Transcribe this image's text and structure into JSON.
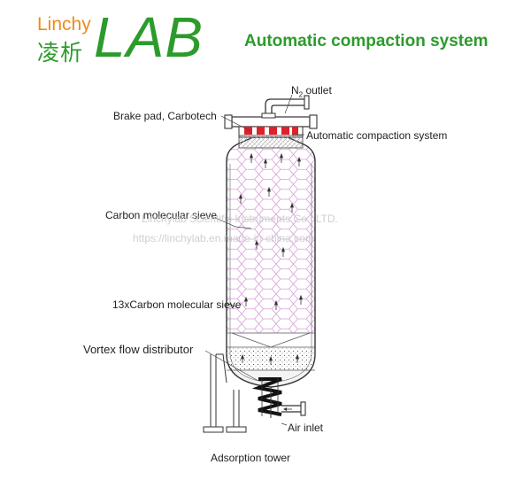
{
  "logo": {
    "brand_latin": "Linchy",
    "brand_cn": "凌析",
    "brand_lab": "LAB"
  },
  "title": "Automatic compaction system",
  "labels": {
    "n2_outlet_main": "N",
    "n2_outlet_sub": "2",
    "n2_outlet_rest": " outlet",
    "brake_pad": "Brake pad, Carbotech",
    "auto_compaction": "Automatic compaction system",
    "carbon_sieve": "Carbon molecular sieve",
    "carbon_13x": "13xCarbon molecular sieve",
    "vortex": "Vortex flow distributor",
    "air_inlet": "Air inlet",
    "caption": "Adsorption tower"
  },
  "watermark": {
    "line1": "Linchylab Scientific Instruments Co., LTD.",
    "line2": "https://linchylab.en.made-in-china.com"
  },
  "colors": {
    "brand_green": "#2c9b2c",
    "brand_orange": "#ef8a1c",
    "hex_pattern": "#d7a0d7",
    "brake_red": "#e0202a"
  }
}
